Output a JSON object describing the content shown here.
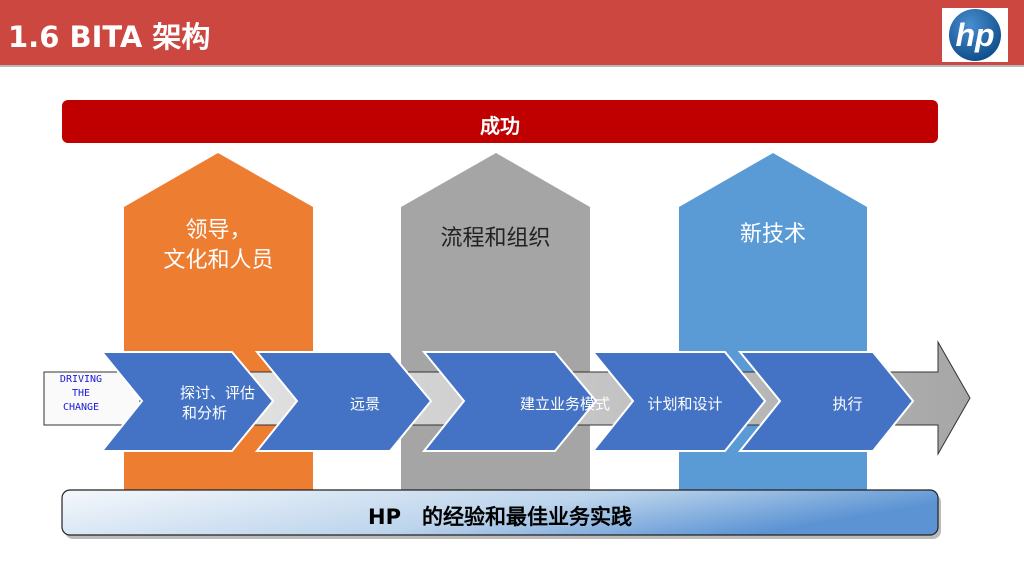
{
  "header": {
    "title": "1.6 BITA 架构",
    "logo_text": "hp"
  },
  "top_bar": {
    "label": "成功",
    "color": "#c00000"
  },
  "pillars": [
    {
      "line1": "领导，",
      "line2": "文化和人员",
      "color": "#ed7d31"
    },
    {
      "line1": "流程和组织",
      "line2": "",
      "color": "#a5a5a5"
    },
    {
      "line1": "新技术",
      "line2": "",
      "color": "#5b9bd5"
    }
  ],
  "driving": {
    "line1": "DRIVING",
    "line2": "THE",
    "line3": "CHANGE"
  },
  "steps": [
    {
      "line1": "探讨、评估",
      "line2": "和分析"
    },
    {
      "line1": "远景"
    },
    {
      "line1": "建立业务模式"
    },
    {
      "line1": "计划和设计"
    },
    {
      "line1": "执行"
    }
  ],
  "step_color": "#4472c4",
  "bottom_bar": {
    "label": "HP　的经验和最佳业务实践"
  }
}
